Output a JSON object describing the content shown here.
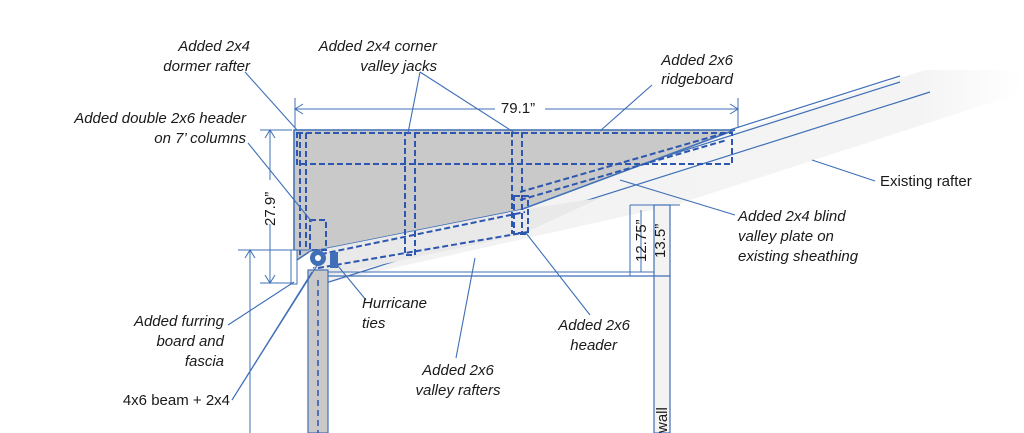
{
  "labels": {
    "dormer_rafter_1": "Added 2x4",
    "dormer_rafter_2": "dormer rafter",
    "valley_jacks_1": "Added 2x4 corner",
    "valley_jacks_2": "valley jacks",
    "ridgeboard_1": "Added 2x6",
    "ridgeboard_2": "ridgeboard",
    "double_header_1": "Added double 2x6 header",
    "double_header_2": "on 7’ columns",
    "existing_rafter": "Existing rafter",
    "blind_plate_1": "Added 2x4 blind",
    "blind_plate_2": "valley plate on",
    "blind_plate_3": "existing sheathing",
    "hurricane_1": "Hurricane",
    "hurricane_2": "ties",
    "header_1": "Added 2x6",
    "header_2": "header",
    "valley_rafters_1": "Added 2x6",
    "valley_rafters_2": "valley rafters",
    "furring_1": "Added furring",
    "furring_2": "board and",
    "furring_3": "fascia",
    "beam": "4x6 beam + 2x4",
    "wall": "wall"
  },
  "dimensions": {
    "width": "79.1”",
    "height": "27.9”",
    "rise_1": "12.75”",
    "rise_2": "13.5”"
  },
  "colors": {
    "line": "#3f6fb6",
    "dashed": "#2c56b0",
    "fill_gray": "#c8c8c8",
    "fill_light": "#efefef"
  }
}
